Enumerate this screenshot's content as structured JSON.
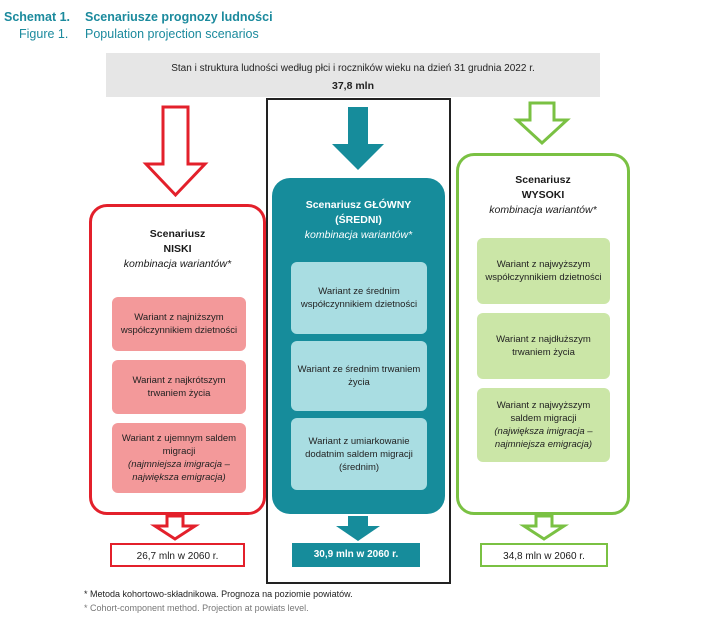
{
  "header": {
    "label_pl": "Schemat 1.",
    "label_en": "Figure 1.",
    "title_pl": "Scenariusze prognozy ludności",
    "title_en": "Population projection scenarios"
  },
  "top_box": {
    "line1": "Stan i struktura ludności według płci i roczników wieku na dzień 31 grudnia 2022 r.",
    "line2": "37,8 mln"
  },
  "scenarios": {
    "low": {
      "heading": "Scenariusz",
      "name": "NISKI",
      "subtitle": "kombinacja wariantów*",
      "variants": [
        {
          "text": "Wariant z najniższym współczynnikiem dzietności",
          "note": ""
        },
        {
          "text": "Wariant z najkrótszym trwaniem życia",
          "note": ""
        },
        {
          "text": "Wariant z ujemnym saldem migracji",
          "note": "(najmniejsza imigracja – największa emigracja)"
        }
      ],
      "result": "26,7 mln w 2060 r.",
      "color": "#e3202b"
    },
    "main": {
      "heading": "Scenariusz GŁÓWNY",
      "name": "(ŚREDNI)",
      "subtitle": "kombinacja wariantów*",
      "variants": [
        {
          "text": "Wariant ze średnim współczynnikiem dzietności",
          "note": ""
        },
        {
          "text": "Wariant ze średnim trwaniem życia",
          "note": ""
        },
        {
          "text": "Wariant z umiarkowanie dodatnim saldem migracji (średnim)",
          "note": ""
        }
      ],
      "result": "30,9 mln w 2060 r.",
      "color": "#168c9b"
    },
    "high": {
      "heading": "Scenariusz",
      "name": "WYSOKI",
      "subtitle": "kombinacja wariantów*",
      "variants": [
        {
          "text": "Wariant z najwyższym współczynnikiem dzietności",
          "note": ""
        },
        {
          "text": "Wariant z najdłuższym trwaniem życia",
          "note": ""
        },
        {
          "text": "Wariant z najwyższym saldem migracji",
          "note": "(największa imigracja – najmniejsza emigracja)"
        }
      ],
      "result": "34,8 mln w 2060 r.",
      "color": "#7ac143"
    }
  },
  "footnotes": {
    "pl": "* Metoda kohortowo-składnikowa. Prognoza na poziomie powiatów.",
    "en": "* Cohort-component method. Projection at powiats level."
  }
}
